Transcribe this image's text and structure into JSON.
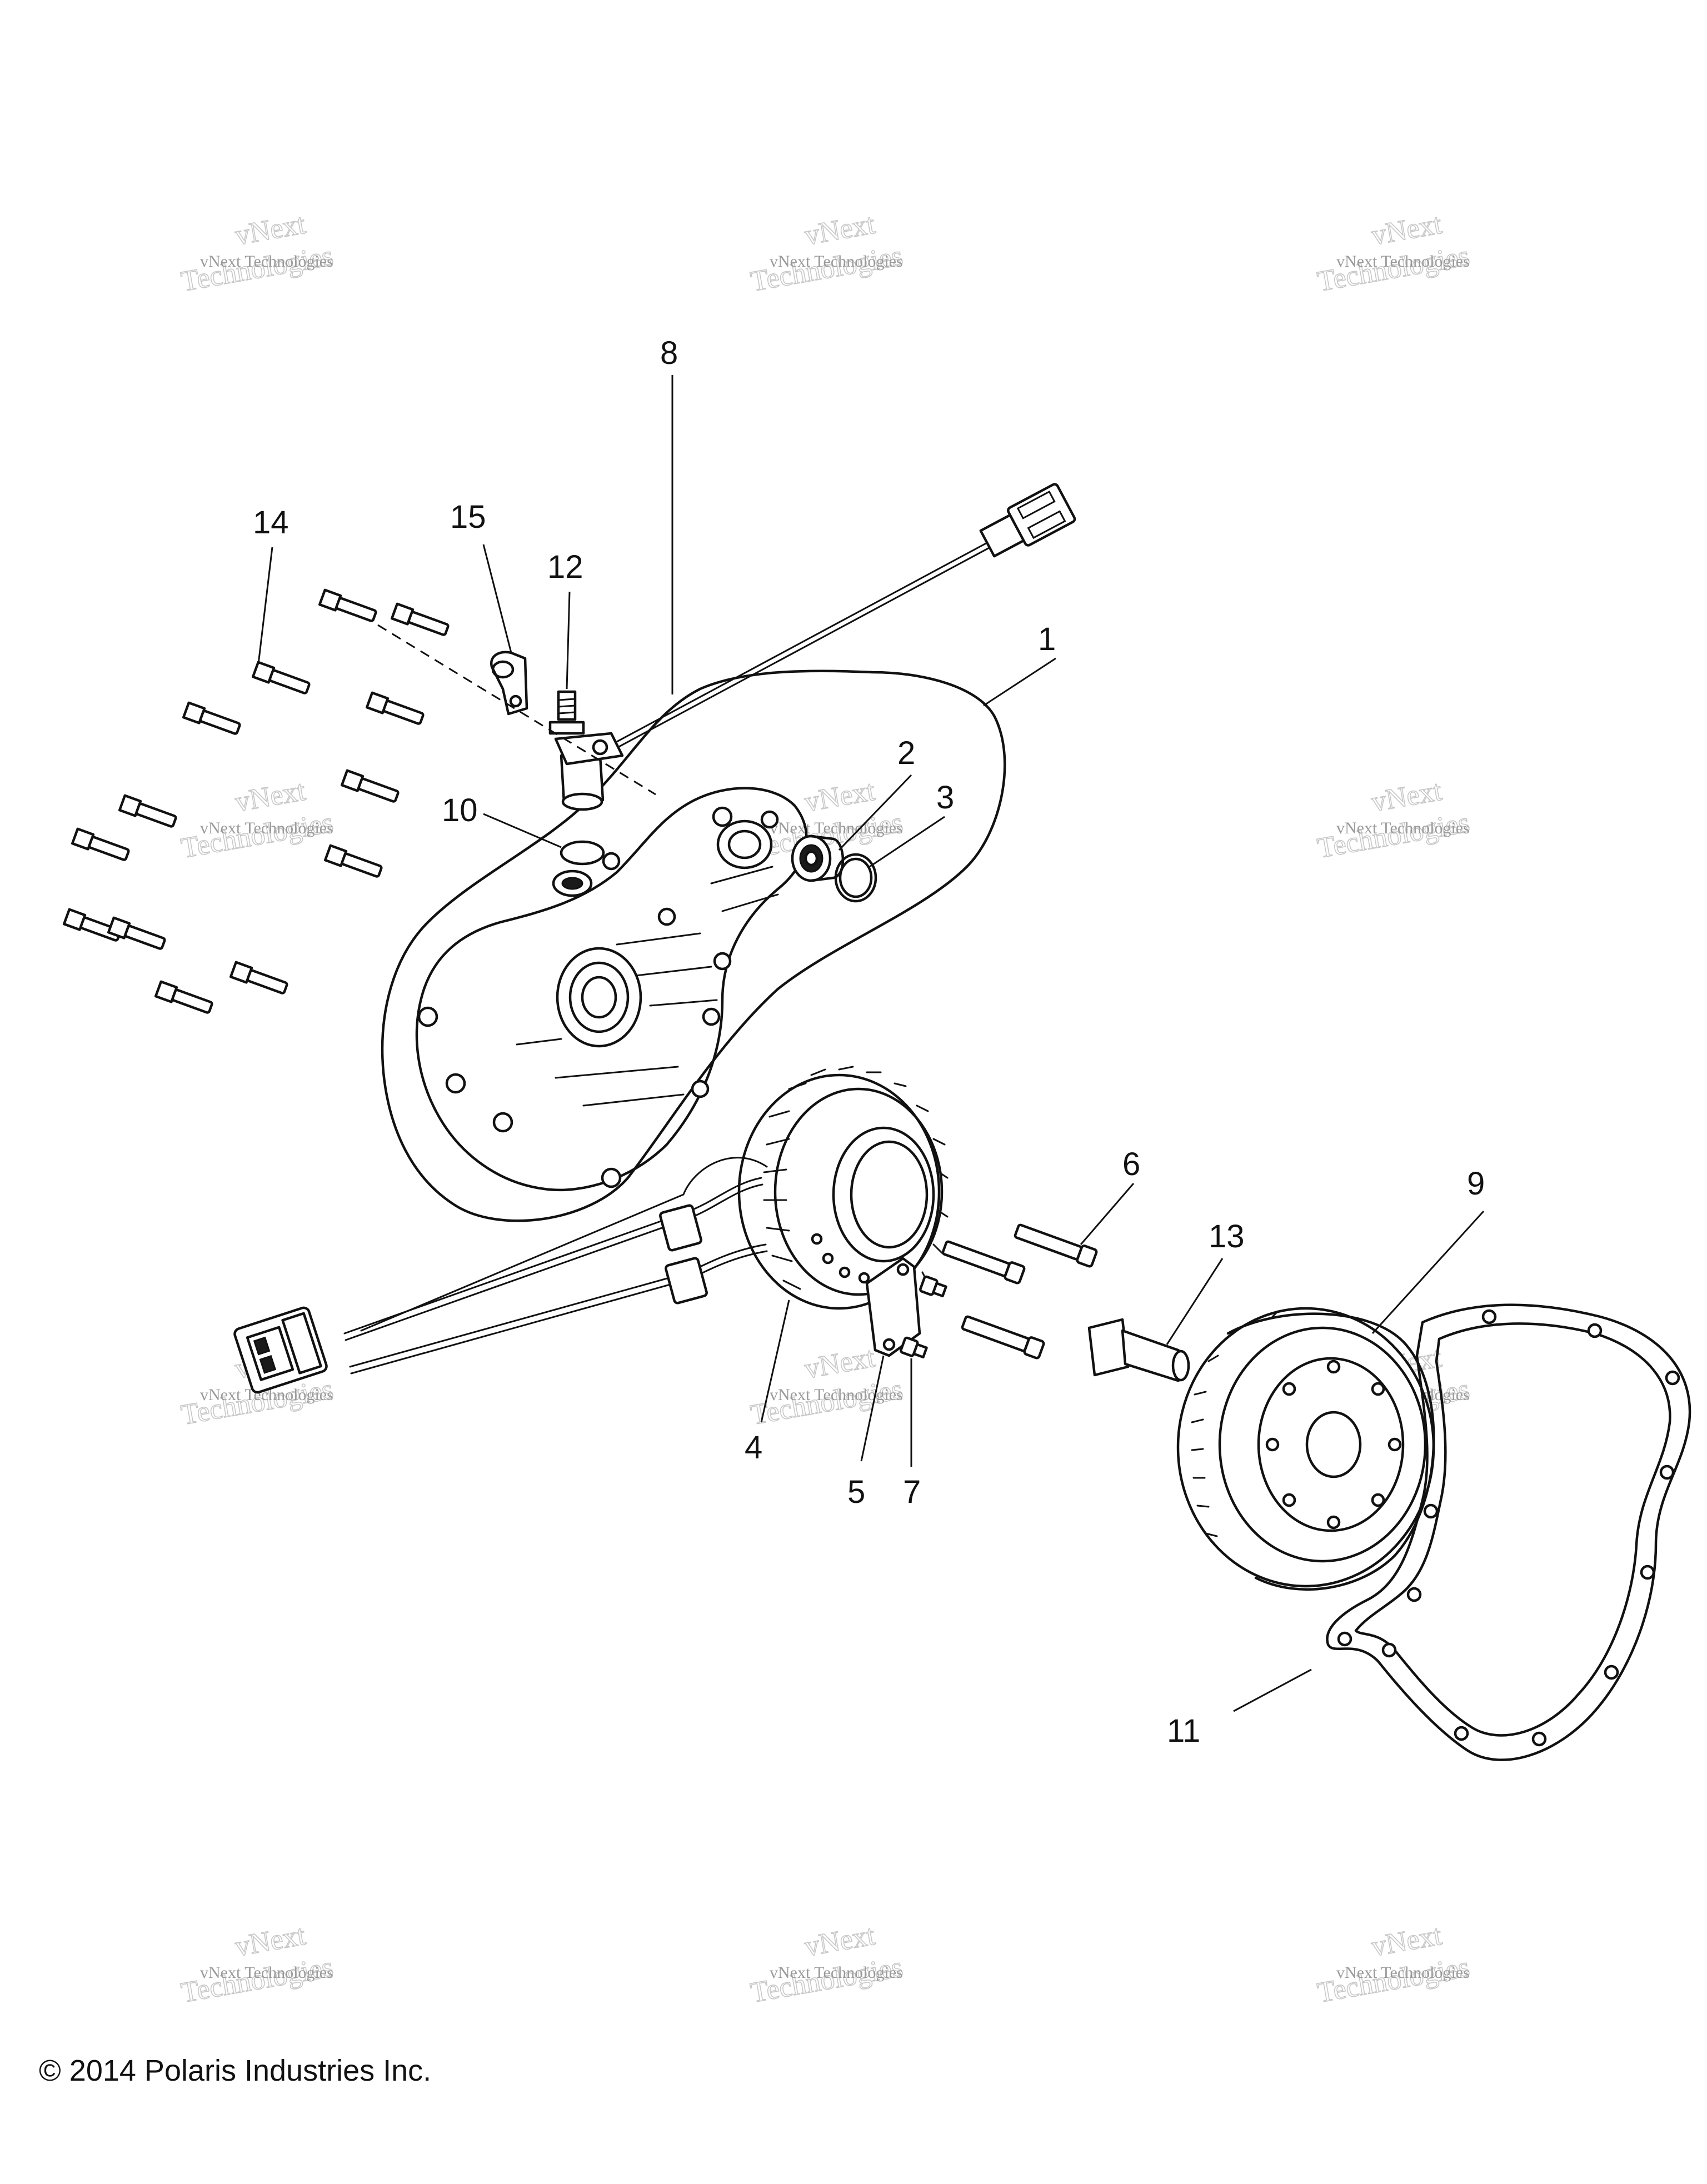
{
  "watermark": {
    "line_small": "vNext Technologies",
    "line_big_1": "vNext",
    "line_big_2": "Technologies"
  },
  "callouts": {
    "c1": "1",
    "c2": "2",
    "c3": "3",
    "c4": "4",
    "c5": "5",
    "c6": "6",
    "c7": "7",
    "c8": "8",
    "c9": "9",
    "c10": "10",
    "c11": "11",
    "c12": "12",
    "c13": "13",
    "c14": "14",
    "c15": "15"
  },
  "footer": {
    "copyright": "© 2014 Polaris Industries Inc."
  }
}
